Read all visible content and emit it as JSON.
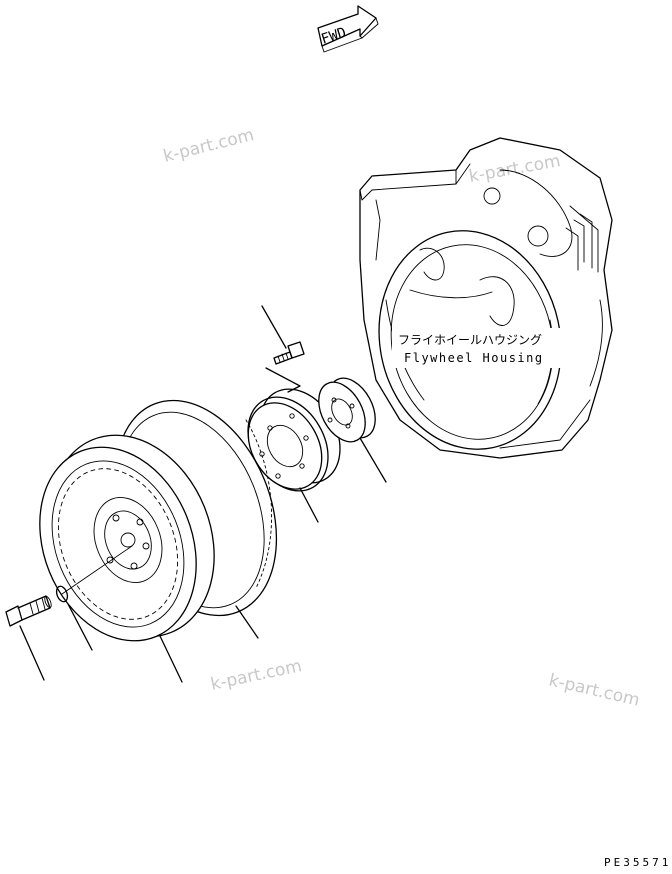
{
  "direction_arrow": {
    "label": "FWD"
  },
  "labels": {
    "housing_jp": "フライホイールハウジング",
    "housing_en": "Flywheel Housing"
  },
  "watermarks": [
    "k-part.com",
    "k-part.com",
    "k-part.com",
    "k-part.com"
  ],
  "drawing_number": "PE35571"
}
